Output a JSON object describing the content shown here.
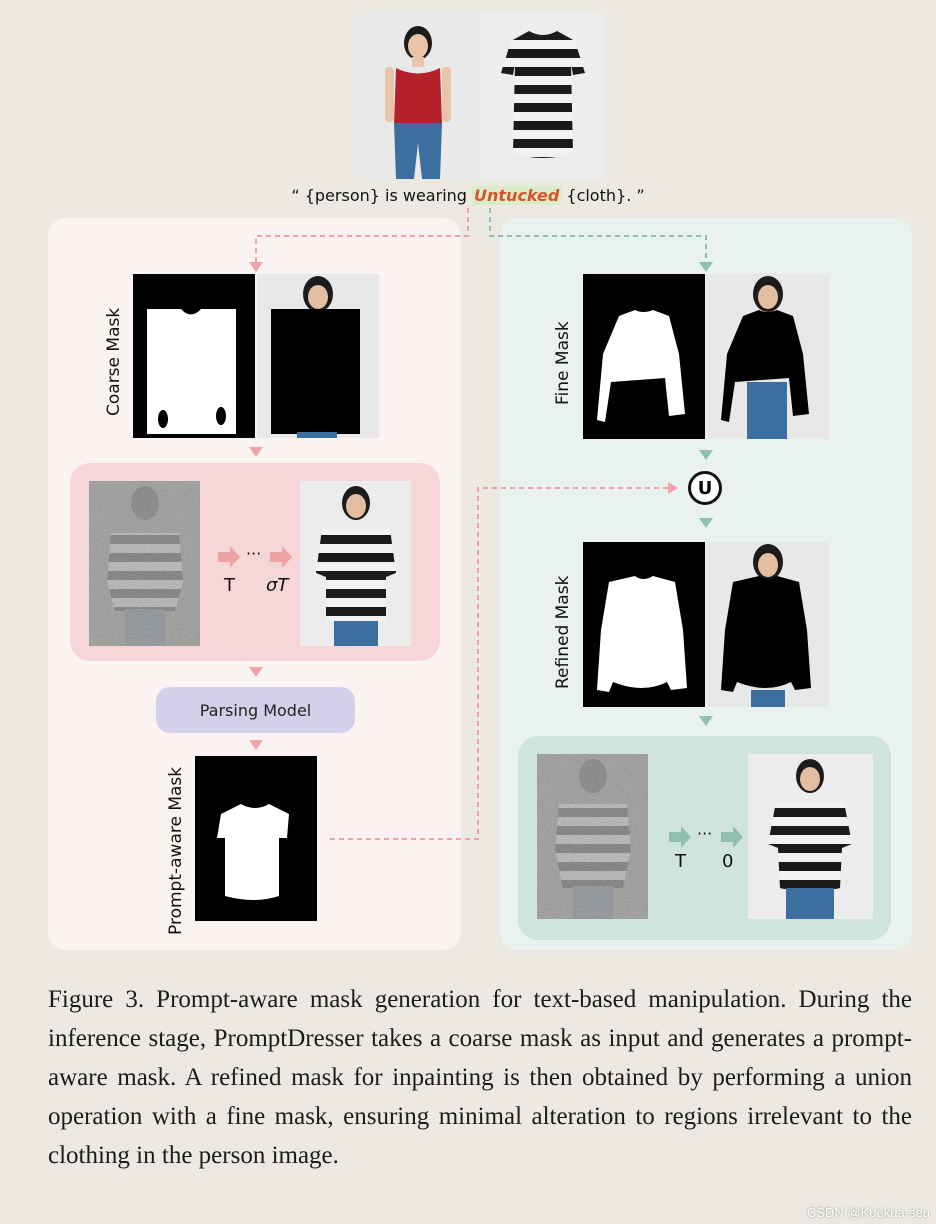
{
  "prompt": {
    "before": "“ {person} is wearing ",
    "highlight": "Untucked",
    "after": " {cloth}. ”"
  },
  "labels": {
    "coarse_mask": "Coarse Mask",
    "fine_mask": "Fine Mask",
    "refined_mask": "Refined Mask",
    "prompt_aware_mask": "Prompt-aware Mask"
  },
  "parsing_model": "Parsing Model",
  "union_symbol": "U",
  "left_steps": {
    "start": "T",
    "end": "σT",
    "dots": "···"
  },
  "right_steps": {
    "start": "T",
    "end": "0",
    "dots": "···"
  },
  "caption": "Figure 3. Prompt-aware mask generation for text-based manipulation. During the inference stage, PromptDresser takes a coarse mask as input and generates a prompt-aware mask. A refined mask for inpainting is then obtained by performing a union operation with a fine mask, ensuring minimal alteration to regions irrelevant to the clothing in the person image.",
  "watermark": "CSDN @Kuekua-seu",
  "colors": {
    "pink_arrow": "#f0a3a5",
    "green_arrow": "#8fbfb1",
    "highlight_text": "#d9542a",
    "highlight_bg": "#d9ecc7"
  }
}
